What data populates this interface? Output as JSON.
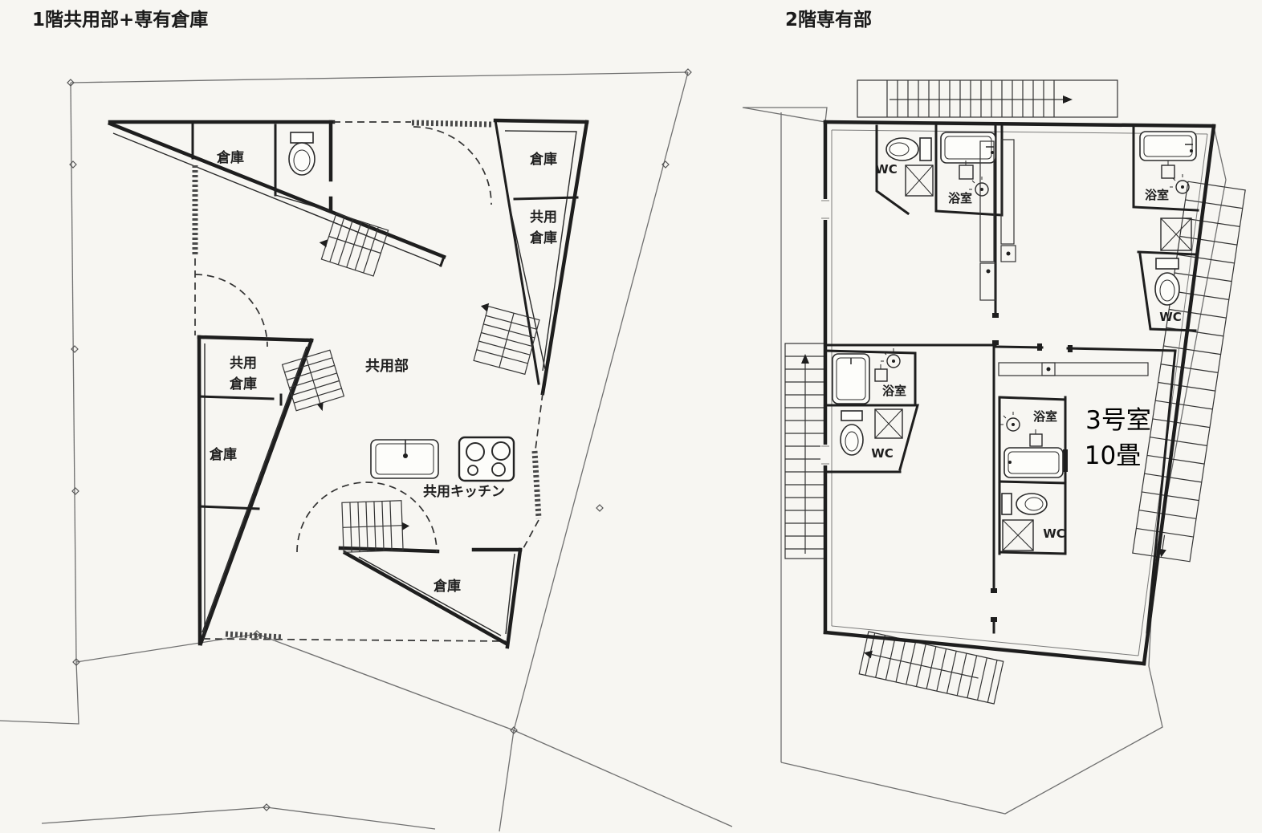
{
  "colors": {
    "background": "#f7f6f2",
    "wall_line": "#1e1e1e",
    "thin_line": "#707070",
    "text": "#1a1a1a",
    "annotation_text": "#000000"
  },
  "left_plan": {
    "title": "1階共用部+専有倉庫",
    "rooms": {
      "storage_top_left": "倉庫",
      "storage_top_right": "倉庫",
      "shared_storage_right_line1": "共用",
      "shared_storage_right_line2": "倉庫",
      "shared_storage_left_line1": "共用",
      "shared_storage_left_line2": "倉庫",
      "storage_left": "倉庫",
      "common_area": "共用部",
      "shared_kitchen": "共用キッチン",
      "storage_bottom": "倉庫"
    }
  },
  "right_plan": {
    "title": "2階専有部",
    "unit_top_left": {
      "wc": "WC",
      "bath": "浴室"
    },
    "unit_top_right": {
      "bath": "浴室",
      "wc": "WC"
    },
    "unit_mid_left": {
      "bath": "浴室",
      "wc": "WC"
    },
    "unit_center": {
      "bath": "浴室",
      "wc": "WC",
      "room_no": "3号室",
      "room_size": "10畳"
    }
  },
  "icons": {
    "toilet": "toilet-icon",
    "bathtub": "bathtub-icon",
    "washbasin": "washbasin-icon",
    "shower": "shower-head-icon",
    "washer_cross_box": "washer-box-icon",
    "kitchen_sink": "kitchen-sink-icon",
    "cooktop": "cooktop-icon",
    "stairs": "stairs-icon",
    "door_swing": "door-swing-arc",
    "boundary_marker": "boundary-marker-icon"
  }
}
